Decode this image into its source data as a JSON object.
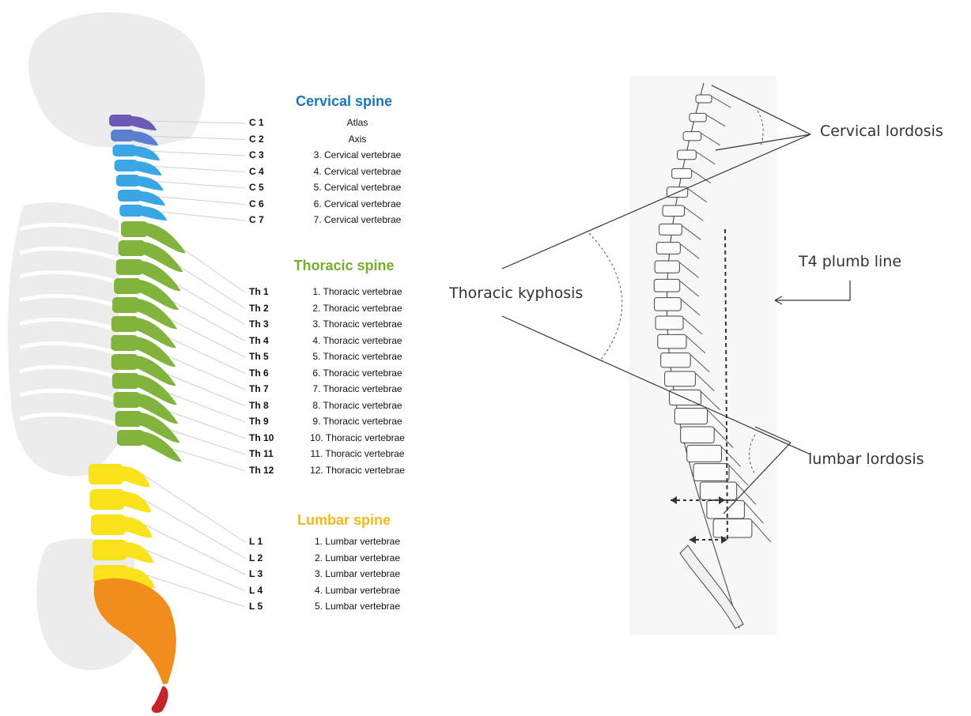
{
  "cervical": {
    "title": "Cervical spine",
    "color": "#1a76bf",
    "items": [
      {
        "code": "C 1",
        "name": "Atlas"
      },
      {
        "code": "C 2",
        "name": "Axis"
      },
      {
        "code": "C 3",
        "name": "3. Cervical vertebrae"
      },
      {
        "code": "C 4",
        "name": "4. Cervical vertebrae"
      },
      {
        "code": "C 5",
        "name": "5. Cervical vertebrae"
      },
      {
        "code": "C 6",
        "name": "6. Cervical vertebrae"
      },
      {
        "code": "C 7",
        "name": "7. Cervical vertebrae"
      }
    ]
  },
  "thoracic": {
    "title": "Thoracic spine",
    "color": "#78ac2e",
    "items": [
      {
        "code": "Th 1",
        "name": "1. Thoracic vertebrae"
      },
      {
        "code": "Th 2",
        "name": "2. Thoracic vertebrae"
      },
      {
        "code": "Th 3",
        "name": "3. Thoracic vertebrae"
      },
      {
        "code": "Th 4",
        "name": "4. Thoracic vertebrae"
      },
      {
        "code": "Th 5",
        "name": "5. Thoracic vertebrae"
      },
      {
        "code": "Th 6",
        "name": "6. Thoracic vertebrae"
      },
      {
        "code": "Th 7",
        "name": "7. Thoracic vertebrae"
      },
      {
        "code": "Th 8",
        "name": "8. Thoracic vertebrae"
      },
      {
        "code": "Th 9",
        "name": "9. Thoracic vertebrae"
      },
      {
        "code": "Th 10",
        "name": "10. Thoracic vertebrae"
      },
      {
        "code": "Th 11",
        "name": "11. Thoracic vertebrae"
      },
      {
        "code": "Th 12",
        "name": "12. Thoracic vertebrae"
      }
    ]
  },
  "lumbar": {
    "title": "Lumbar spine",
    "color": "#f1b91b",
    "items": [
      {
        "code": "L 1",
        "name": "1. Lumbar vertebrae"
      },
      {
        "code": "L 2",
        "name": "2. Lumbar vertebrae"
      },
      {
        "code": "L 3",
        "name": "3. Lumbar vertebrae"
      },
      {
        "code": "L 4",
        "name": "4. Lumbar vertebrae"
      },
      {
        "code": "L 5",
        "name": "5. Lumbar vertebrae"
      }
    ]
  },
  "spine_colors": {
    "atlas": "#6b5bb5",
    "axis": "#5a7fcf",
    "cervical": "#3aa6e3",
    "thoracic": "#82b33c",
    "lumbar": "#f7e21b",
    "sacrum": "#f18d1c",
    "coccyx": "#c0252b",
    "silhouette": "#ececec"
  },
  "right": {
    "cervical_lordosis": "Cervical lordosis",
    "thoracic_kyphosis": "Thoracic kyphosis",
    "t4_plumb_line": "T4 plumb line",
    "lumbar_lordosis": "lumbar lordosis"
  }
}
